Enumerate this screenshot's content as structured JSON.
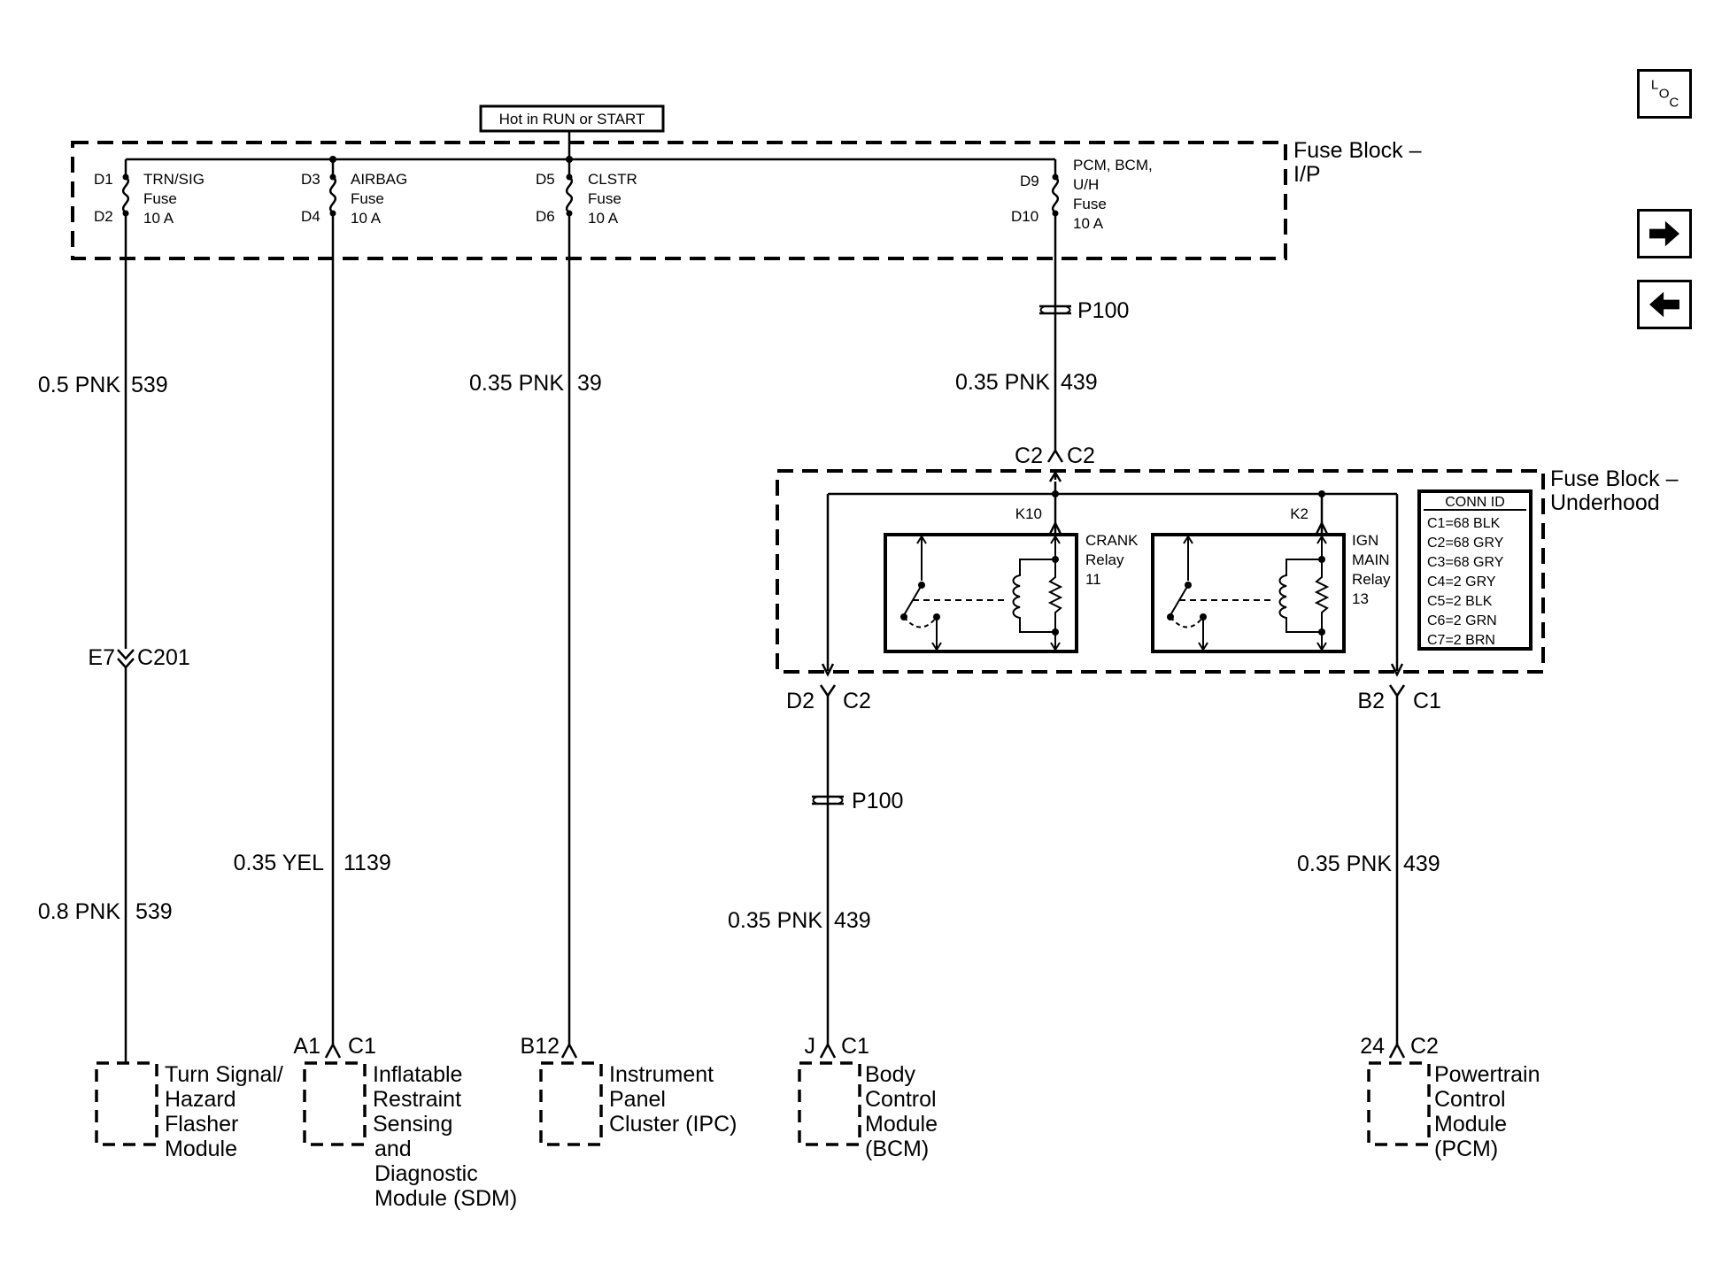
{
  "power_label": "Hot in RUN or START",
  "fuse_block_ip": {
    "title_line1": "Fuse Block –",
    "title_line2": "I/P"
  },
  "fuse_block_uh": {
    "title_line1": "Fuse Block –",
    "title_line2": "Underhood"
  },
  "fuses": [
    {
      "top": "D1",
      "bottom": "D2",
      "name": "TRN/SIG",
      "type": "Fuse",
      "rating": "10 A"
    },
    {
      "top": "D3",
      "bottom": "D4",
      "name": "AIRBAG",
      "type": "Fuse",
      "rating": "10 A"
    },
    {
      "top": "D5",
      "bottom": "D6",
      "name": "CLSTR",
      "type": "Fuse",
      "rating": "10 A"
    },
    {
      "top": "D9",
      "bottom": "D10",
      "name_line1": "PCM, BCM,",
      "name_line2": "U/H",
      "type": "Fuse",
      "rating": "10 A"
    }
  ],
  "splices": {
    "p100_top": "P100",
    "p100_bottom": "P100"
  },
  "wires": [
    {
      "gauge": "0.5 PNK",
      "circuit": "539"
    },
    {
      "gauge": "0.35 PNK",
      "circuit": "39"
    },
    {
      "gauge": "0.35 PNK",
      "circuit": "439"
    },
    {
      "gauge": "0.8 PNK",
      "circuit": "539"
    },
    {
      "gauge": "0.35 YEL",
      "circuit": "1139"
    },
    {
      "gauge": "0.35 PNK",
      "circuit": "439"
    },
    {
      "gauge": "0.35 PNK",
      "circuit": "439"
    }
  ],
  "connectors": {
    "c201_pin": "E7",
    "c201": "C201",
    "uh_in_left": "C2",
    "uh_in_right": "C2",
    "k10": "K10",
    "k2": "K2",
    "out_left_pin": "D2",
    "out_left": "C2",
    "out_right_pin": "B2",
    "out_right": "C1",
    "sdm_pin": "A1",
    "sdm_conn": "C1",
    "ipc_pin": "B12",
    "bcm_pin": "J",
    "bcm_conn": "C1",
    "pcm_pin": "24",
    "pcm_conn": "C2"
  },
  "relays": [
    {
      "line1": "CRANK",
      "line2": "Relay",
      "line3": "11"
    },
    {
      "line1": "IGN",
      "line2": "MAIN",
      "line3": "Relay",
      "line4": "13"
    }
  ],
  "conn_id": {
    "header": "CONN ID",
    "rows": [
      "C1=68 BLK",
      "C2=68 GRY",
      "C3=68 GRY",
      "C4=2 GRY",
      "C5=2 BLK",
      "C6=2 GRN",
      "C7=2 BRN"
    ]
  },
  "components": [
    {
      "lines": [
        "Turn Signal/",
        "Hazard",
        "Flasher",
        "Module"
      ]
    },
    {
      "lines": [
        "Inflatable",
        "Restraint",
        "Sensing",
        "and",
        "Diagnostic",
        "Module (SDM)"
      ]
    },
    {
      "lines": [
        "Instrument",
        "Panel",
        "Cluster (IPC)"
      ]
    },
    {
      "lines": [
        "Body",
        "Control",
        "Module",
        "(BCM)"
      ]
    },
    {
      "lines": [
        "Powertrain",
        "Control",
        "Module",
        "(PCM)"
      ]
    }
  ],
  "nav": {
    "loc_icon": "locator-icon",
    "next_icon": "arrow-right-icon",
    "prev_icon": "arrow-left-icon"
  }
}
